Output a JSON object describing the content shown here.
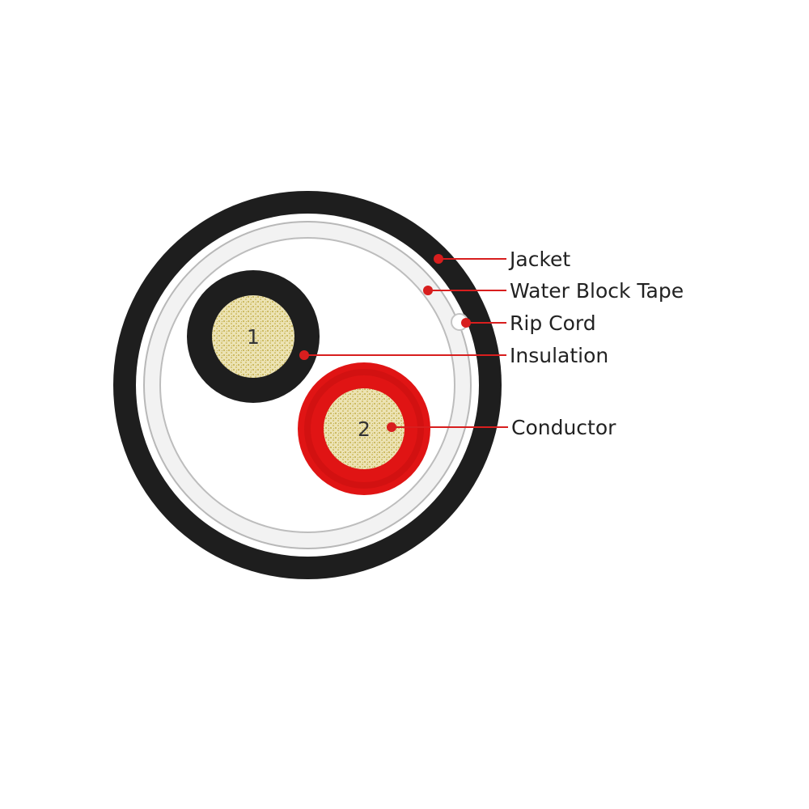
{
  "colors": {
    "background": "#ffffff",
    "jacket": "#1e1e1e",
    "water_block_tape": "#f4f4f4",
    "tape_outline": "#b8b8b8",
    "core_1_insulation": "#1e1e1e",
    "core_2_insulation": "#e01414",
    "conductor": "#ece3b4",
    "conductor_strand": "#c9b75e",
    "callout_line": "#d81e1e",
    "label_text": "#222222"
  },
  "cores": [
    {
      "number": "1",
      "insulation_color": "black"
    },
    {
      "number": "2",
      "insulation_color": "red"
    }
  ],
  "callouts": [
    {
      "label": "Jacket",
      "target": "jacket"
    },
    {
      "label": "Water Block Tape",
      "target": "water-block-tape"
    },
    {
      "label": "Rip Cord",
      "target": "rip-cord"
    },
    {
      "label": "Insulation",
      "target": "insulation"
    },
    {
      "label": "Conductor",
      "target": "conductor"
    }
  ]
}
